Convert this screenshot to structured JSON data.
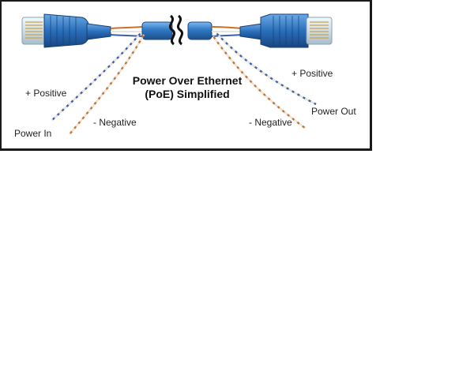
{
  "diagram": {
    "title_line1": "Power Over Ethernet",
    "title_line2": "(PoE) Simplified",
    "labels": {
      "left_positive": "+ Positive",
      "left_negative": "- Negative",
      "power_in": "Power In",
      "right_positive": "+ Positive",
      "right_negative": "- Negative",
      "power_out": "Power Out"
    }
  },
  "colors": {
    "cable_blue": "#2f78c4",
    "cable_blue_dark": "#1d4f8a",
    "cable_blue_light": "#6aa9e6",
    "connector_clear": "#d9e6ee",
    "wire_orange": "#c7712a",
    "wire_blue": "#3d5fa8",
    "wire_white": "#e9e4dc"
  },
  "icons": {
    "left_connector": "rj45-connector-icon",
    "right_connector": "rj45-connector-icon",
    "break_mark": "cable-break-icon"
  }
}
